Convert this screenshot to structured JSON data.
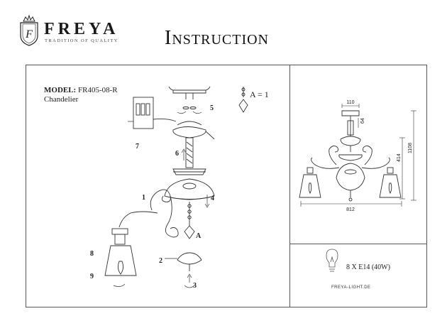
{
  "brand": {
    "name": "FREYA",
    "tagline": "TRADITION OF QUALITY",
    "logo_letter": "F"
  },
  "header": {
    "title": "Instruction"
  },
  "model": {
    "label": "MODEL:",
    "code": "FR405-08-R",
    "type": "Chandelier"
  },
  "legend": {
    "a_equals": "A = 1"
  },
  "callouts": [
    "1",
    "2",
    "3",
    "4",
    "5",
    "6",
    "7",
    "8",
    "9",
    "A"
  ],
  "dimensions": {
    "width": "812",
    "top_width": "110",
    "height_total": "1108",
    "height_body": "414",
    "small": "64"
  },
  "bulbs": {
    "spec": "8 X E14 (40W)"
  },
  "footer": {
    "website": "FREYA-LIGHT.DE"
  },
  "colors": {
    "line": "#333333",
    "frame": "#555555"
  }
}
